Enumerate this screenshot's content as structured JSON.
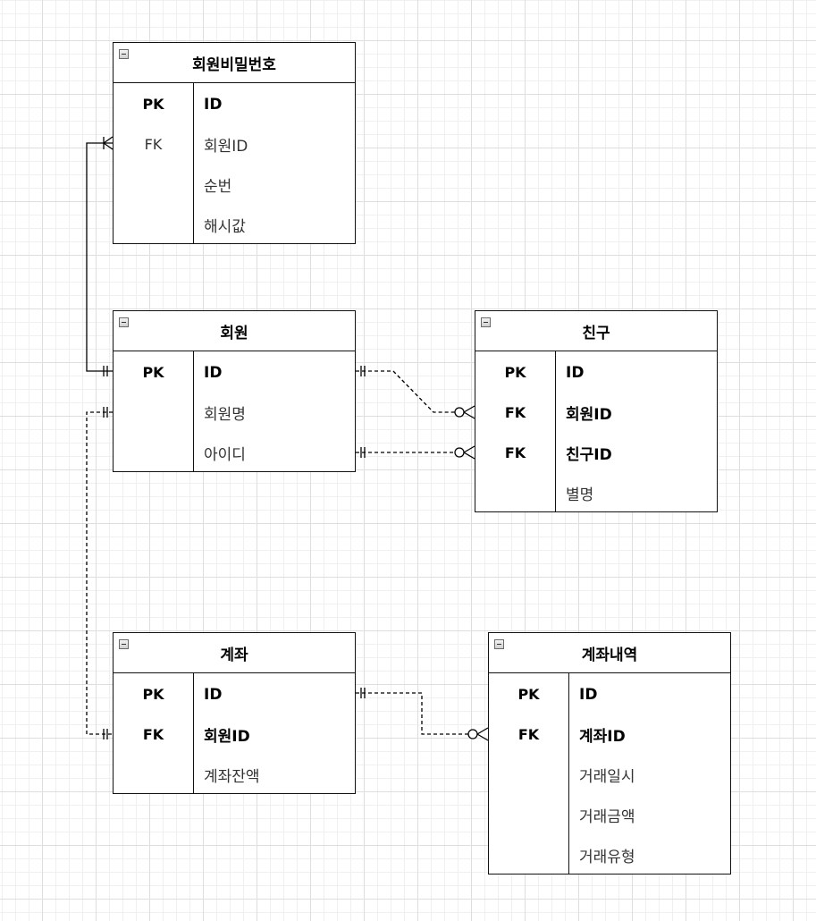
{
  "entities": [
    {
      "id": "password",
      "title": "회원비밀번호",
      "rows": [
        {
          "key": "PK",
          "field": "ID",
          "bold": true
        },
        {
          "key": "FK",
          "field": "회원ID",
          "bold": false
        },
        {
          "key": "",
          "field": "순번",
          "bold": false
        },
        {
          "key": "",
          "field": "해시값",
          "bold": false
        }
      ]
    },
    {
      "id": "member",
      "title": "회원",
      "rows": [
        {
          "key": "PK",
          "field": "ID",
          "bold": true
        },
        {
          "key": "",
          "field": "회원명",
          "bold": false
        },
        {
          "key": "",
          "field": "아이디",
          "bold": false
        }
      ]
    },
    {
      "id": "friend",
      "title": "친구",
      "rows": [
        {
          "key": "PK",
          "field": "ID",
          "bold": true
        },
        {
          "key": "FK",
          "field": "회원ID",
          "bold": true
        },
        {
          "key": "FK",
          "field": "친구ID",
          "bold": true
        },
        {
          "key": "",
          "field": "별명",
          "bold": false
        }
      ]
    },
    {
      "id": "account",
      "title": "계좌",
      "rows": [
        {
          "key": "PK",
          "field": "ID",
          "bold": true
        },
        {
          "key": "FK",
          "field": "회원ID",
          "bold": true
        },
        {
          "key": "",
          "field": "계좌잔액",
          "bold": false
        }
      ]
    },
    {
      "id": "transaction",
      "title": "계좌내역",
      "rows": [
        {
          "key": "PK",
          "field": "ID",
          "bold": true
        },
        {
          "key": "FK",
          "field": "계좌ID",
          "bold": true
        },
        {
          "key": "",
          "field": "거래일시",
          "bold": false
        },
        {
          "key": "",
          "field": "거래금액",
          "bold": false
        },
        {
          "key": "",
          "field": "거래유형",
          "bold": false
        }
      ]
    }
  ],
  "relationships": [
    {
      "id": "member-password",
      "from": "member.ID",
      "to": "password.회원ID",
      "from_cardinality": "one-and-only-one",
      "to_cardinality": "one-or-many",
      "style": "solid"
    },
    {
      "id": "member-friend-member",
      "from": "member.ID",
      "to": "friend.회원ID",
      "from_cardinality": "one-and-only-one",
      "to_cardinality": "zero-or-many",
      "style": "dashed"
    },
    {
      "id": "member-friend-friend",
      "from": "member.아이디",
      "to": "friend.친구ID",
      "from_cardinality": "one-and-only-one",
      "to_cardinality": "zero-or-many",
      "style": "dashed"
    },
    {
      "id": "member-account",
      "from": "member.회원명",
      "to": "account.회원ID",
      "from_cardinality": "one-and-only-one",
      "to_cardinality": "one-and-only-one",
      "style": "dashed"
    },
    {
      "id": "account-transaction",
      "from": "account.ID",
      "to": "transaction.계좌ID",
      "from_cardinality": "one-and-only-one",
      "to_cardinality": "zero-or-many",
      "style": "dashed"
    }
  ],
  "colors": {
    "border": "#111111",
    "line": "#000000",
    "grid": "#dedede",
    "text": "#333333"
  }
}
